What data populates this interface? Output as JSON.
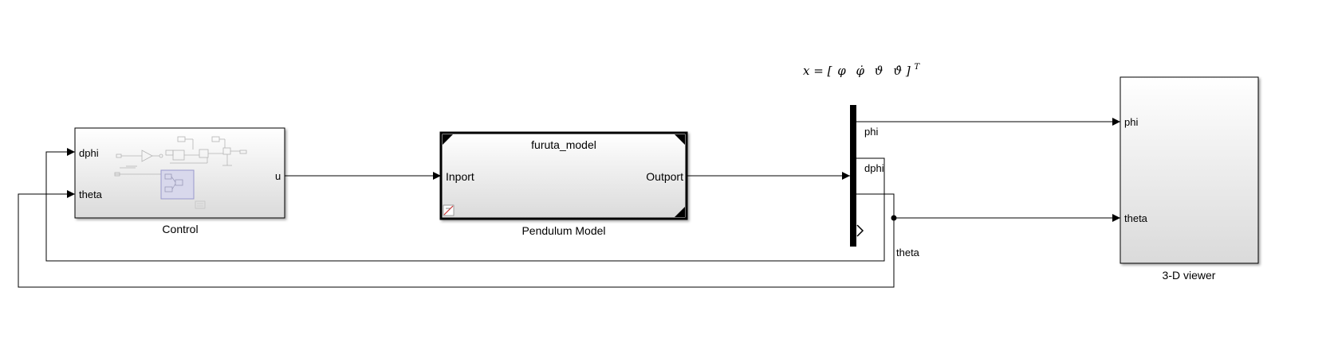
{
  "equation": {
    "lhs": "x = [",
    "phi": "φ",
    "phi_dot": "φ̇",
    "theta": "ϑ",
    "theta_dot": "ϑ̇",
    "rhs": "]",
    "sup": "T"
  },
  "blocks": {
    "control": {
      "name": "Control",
      "inputs": [
        "dphi",
        "theta"
      ],
      "output": "u"
    },
    "pendulum": {
      "name": "Pendulum Model",
      "inner_title": "furuta_model",
      "input": "Inport",
      "output": "Outport"
    },
    "demux": {
      "outputs": [
        "phi",
        "dphi"
      ]
    },
    "viewer": {
      "name": "3-D viewer",
      "inputs": [
        "phi",
        "theta"
      ]
    }
  },
  "signals": {
    "theta_label": "theta"
  }
}
